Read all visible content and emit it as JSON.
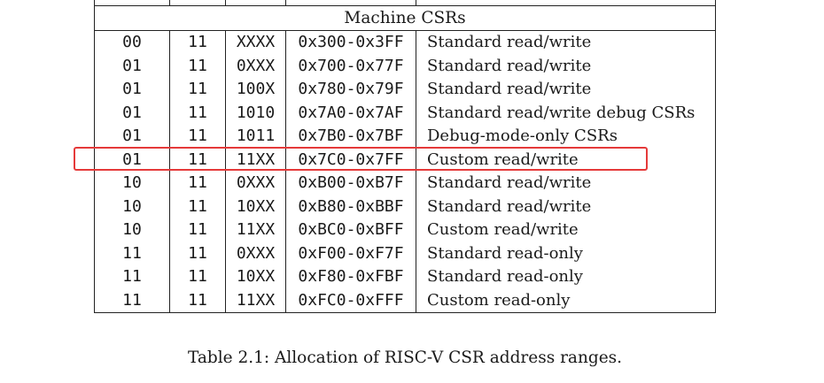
{
  "table": {
    "section_title": "Machine CSRs",
    "rows": [
      {
        "bits_a": "00",
        "bits_b": "11",
        "bits_c": "XXXX",
        "range": "0x300-0x3FF",
        "description": "Standard read/write"
      },
      {
        "bits_a": "01",
        "bits_b": "11",
        "bits_c": "0XXX",
        "range": "0x700-0x77F",
        "description": "Standard read/write"
      },
      {
        "bits_a": "01",
        "bits_b": "11",
        "bits_c": "100X",
        "range": "0x780-0x79F",
        "description": "Standard read/write"
      },
      {
        "bits_a": "01",
        "bits_b": "11",
        "bits_c": "1010",
        "range": "0x7A0-0x7AF",
        "description": "Standard read/write debug CSRs"
      },
      {
        "bits_a": "01",
        "bits_b": "11",
        "bits_c": "1011",
        "range": "0x7B0-0x7BF",
        "description": "Debug-mode-only CSRs"
      },
      {
        "bits_a": "01",
        "bits_b": "11",
        "bits_c": "11XX",
        "range": "0x7C0-0x7FF",
        "description": "Custom read/write"
      },
      {
        "bits_a": "10",
        "bits_b": "11",
        "bits_c": "0XXX",
        "range": "0xB00-0xB7F",
        "description": "Standard read/write"
      },
      {
        "bits_a": "10",
        "bits_b": "11",
        "bits_c": "10XX",
        "range": "0xB80-0xBBF",
        "description": "Standard read/write"
      },
      {
        "bits_a": "10",
        "bits_b": "11",
        "bits_c": "11XX",
        "range": "0xBC0-0xBFF",
        "description": "Custom read/write"
      },
      {
        "bits_a": "11",
        "bits_b": "11",
        "bits_c": "0XXX",
        "range": "0xF00-0xF7F",
        "description": "Standard read-only"
      },
      {
        "bits_a": "11",
        "bits_b": "11",
        "bits_c": "10XX",
        "range": "0xF80-0xFBF",
        "description": "Standard read-only"
      },
      {
        "bits_a": "11",
        "bits_b": "11",
        "bits_c": "11XX",
        "range": "0xFC0-0xFFF",
        "description": "Custom read-only"
      }
    ],
    "highlighted_row_index": 5,
    "highlight_color": "#e53a3a"
  },
  "caption": "Table 2.1: Allocation of RISC-V CSR address ranges."
}
